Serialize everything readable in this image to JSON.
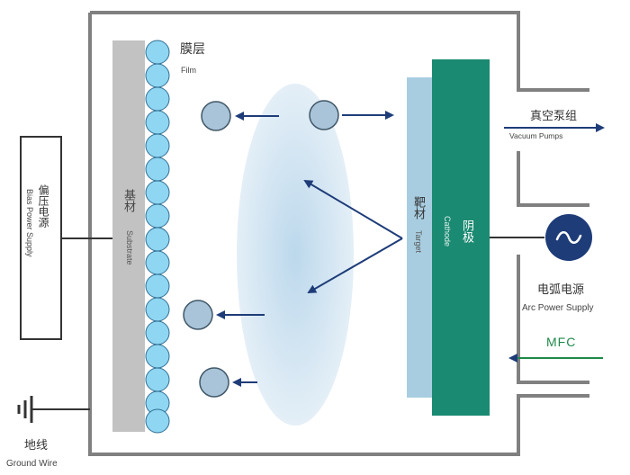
{
  "film": {
    "cn": "膜层",
    "en": "Film"
  },
  "substrate": {
    "cn": "基材",
    "en": "Substrate"
  },
  "target": {
    "cn": "靶材",
    "en": "Target"
  },
  "cathode": {
    "cn": "阴极",
    "en": "Cathode"
  },
  "bias": {
    "cn": "偏压电源",
    "en": "Bias Power Supply"
  },
  "vacuum": {
    "cn": "真空泵组",
    "en": "Vacuum Pumps"
  },
  "arc": {
    "cn": "电弧电源",
    "en": "Arc Power Supply",
    "icon": "ac-wave-icon"
  },
  "mfc": {
    "label": "MFC"
  },
  "ground": {
    "cn": "地线",
    "en": "Ground Wire",
    "icon": "ground-symbol-icon"
  },
  "colors": {
    "chamber": "#808080",
    "substrate": "#c2c2c2",
    "film_particle": "#8fd6f2",
    "particle": "#a9c3d8",
    "target": "#a8cde0",
    "cathode": "#1b8a72",
    "arrow": "#1e3c78",
    "mfc": "#1e8a4a",
    "arc_circle": "#1e3c78"
  }
}
